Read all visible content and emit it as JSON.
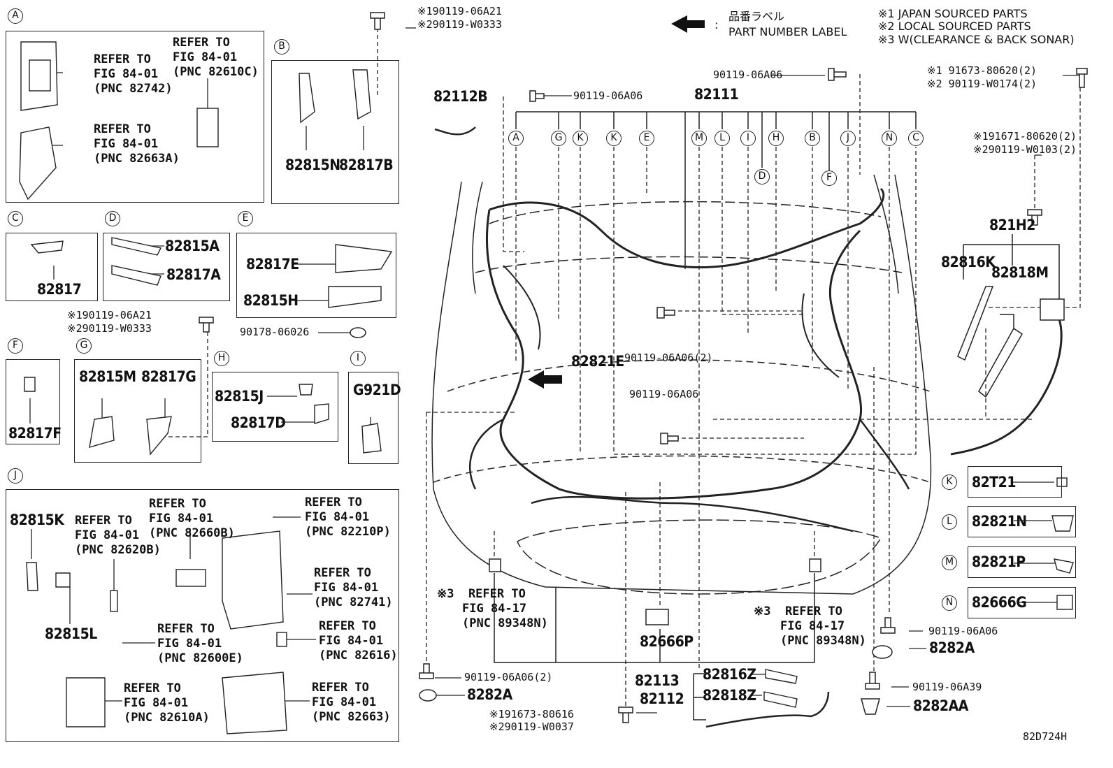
{
  "diagram_id": "82D724H",
  "legend": {
    "label_jp": "品番ラベル",
    "label_en": "PART NUMBER LABEL",
    "notes": [
      "※1 JAPAN SOURCED PARTS",
      "※2 LOCAL SOURCED PARTS",
      "※3 W(CLEARANCE & BACK SONAR)"
    ]
  },
  "top_bolt": [
    "※190119-06A21",
    "※290119-W0333"
  ],
  "section_letters": [
    "A",
    "B",
    "C",
    "D",
    "E",
    "F",
    "G",
    "H",
    "I",
    "J",
    "K",
    "L",
    "M",
    "N"
  ],
  "sec_a": {
    "ref1": [
      "REFER TO",
      "FIG 84-01",
      "(PNC 82742)"
    ],
    "ref2": [
      "REFER TO",
      "FIG 84-01",
      "(PNC 82610C)"
    ],
    "ref3": [
      "REFER TO",
      "FIG 84-01",
      "(PNC 82663A)"
    ]
  },
  "sec_b": {
    "p1": "82815N",
    "p2": "82817B"
  },
  "sec_c": {
    "p1": "82817"
  },
  "sec_d": {
    "p1": "82815A",
    "p2": "82817A"
  },
  "sec_e": {
    "p1": "82817E",
    "p2": "82815H",
    "clip": "90178-06026"
  },
  "mid_bolt": [
    "※190119-06A21",
    "※290119-W0333"
  ],
  "sec_f": {
    "p1": "82817F"
  },
  "sec_g": {
    "p1": "82815M",
    "p2": "82817G"
  },
  "sec_h": {
    "p1": "82815J",
    "p2": "82817D"
  },
  "sec_i": {
    "p1": "G921D"
  },
  "sec_j": {
    "p1": "82815K",
    "p2": "82815L",
    "refs": [
      [
        "REFER TO",
        "FIG 84-01",
        "(PNC 82620B)"
      ],
      [
        "REFER TO",
        "FIG 84-01",
        "(PNC 82660B)"
      ],
      [
        "REFER TO",
        "FIG 84-01",
        "(PNC 82210P)"
      ],
      [
        "REFER TO",
        "FIG 84-01",
        "(PNC 82741)"
      ],
      [
        "REFER TO",
        "FIG 84-01",
        "(PNC 82600E)"
      ],
      [
        "REFER TO",
        "FIG 84-01",
        "(PNC 82616)"
      ],
      [
        "REFER TO",
        "FIG 84-01",
        "(PNC 82610A)"
      ],
      [
        "REFER TO",
        "FIG 84-01",
        "(PNC 82663)"
      ]
    ]
  },
  "main": {
    "p82112b": "82112B",
    "p82111": "82111",
    "bolt_06a06_a": "90119-06A06",
    "bolt_06a06_b": "90119-06A06",
    "bolt_06a06_2": "90119-06A06(2)",
    "bolt_06a06_c": "90119-06A06",
    "p82821e": "82821E",
    "ref_left": [
      "※3  REFER TO",
      "FIG 84-17",
      "(PNC 89348N)"
    ],
    "ref_right": [
      "※3  REFER TO",
      "FIG 84-17",
      "(PNC 89348N)"
    ],
    "p82666p": "82666P",
    "p82113": "82113",
    "p82112": "82112",
    "p82816z": "82816Z",
    "p82818z": "82818Z",
    "bolt_low_left": "90119-06A06(2)",
    "p8282a_left": "8282A",
    "bolt_low_mid": [
      "※191673-80616",
      "※290119-W0037"
    ],
    "bolt_right_1": "90119-06A06",
    "p8282a_right": "8282A",
    "bolt_right_2": "90119-06A39",
    "p8282aa": "8282AA",
    "callout_letters": [
      "A",
      "G",
      "K",
      "K",
      "E",
      "M",
      "L",
      "I",
      "D",
      "H",
      "B",
      "F",
      "J",
      "N",
      "C"
    ]
  },
  "right": {
    "bolt_top": [
      "※1 91673-80620(2)",
      "※2 90119-W0174(2)"
    ],
    "bolt_2": [
      "※191671-80620(2)",
      "※290119-W0103(2)"
    ],
    "p821h2": "821H2",
    "p82816k": "82816K",
    "p82818m": "82818M"
  },
  "small_boxes": [
    {
      "letter": "K",
      "part": "82T21"
    },
    {
      "letter": "L",
      "part": "82821N"
    },
    {
      "letter": "M",
      "part": "82821P"
    },
    {
      "letter": "N",
      "part": "82666G"
    }
  ]
}
